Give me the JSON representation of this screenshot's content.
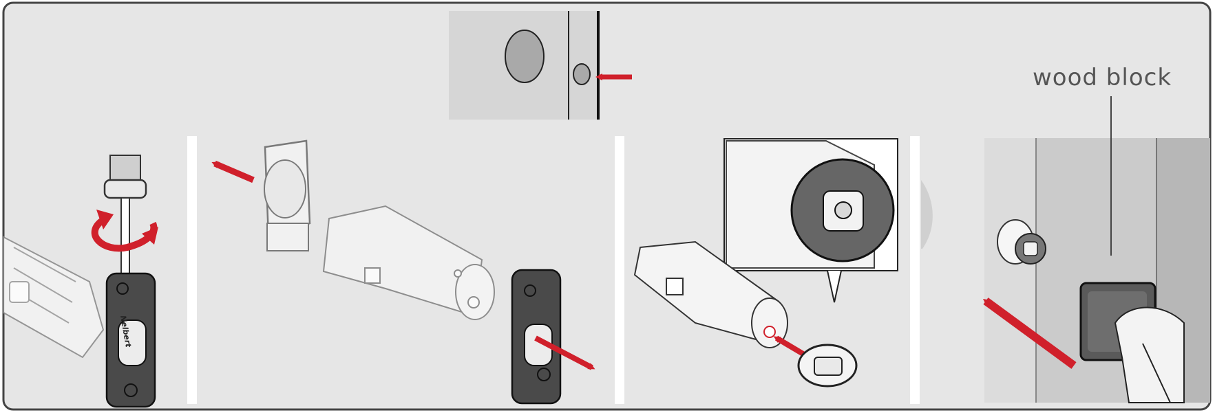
{
  "labels": {
    "wood_block": "wood block"
  },
  "brand_mark": "Nelbert",
  "colors": {
    "panel_bg": "#e6e6e6",
    "frame": "#444444",
    "accent_arrow": "#d0202b",
    "divider": "#ffffff",
    "label": "#555555"
  },
  "icons": {
    "rotate_arrow": "curved-rotate-arrow",
    "move_arrow": "straight-arrow"
  }
}
